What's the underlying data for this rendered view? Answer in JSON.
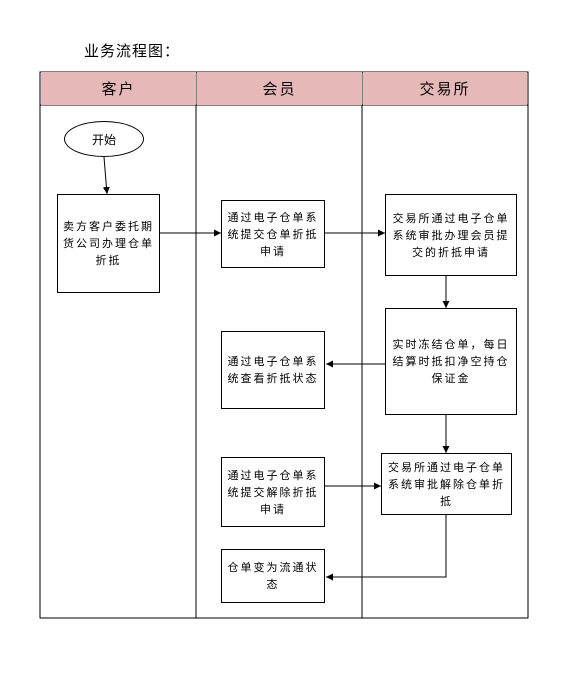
{
  "title": "业务流程图：",
  "lanes": [
    "客户",
    "会员",
    "交易所"
  ],
  "colors": {
    "header_fill": "#e6b8b7",
    "line": "#000000"
  },
  "nodes": {
    "start": "开始",
    "client_entrust": "卖方客户委托期货公司办理仓单折抵",
    "member_submit": "通过电子仓单系统提交仓单折抵申请",
    "exchange_approve": "交易所通过电子仓单系统审批办理会员提交的折抵申请",
    "freeze": "实时冻结仓单，每日结算时抵扣净空持仓保证金",
    "member_view": "通过电子仓单系统查看折抵状态",
    "member_release": "通过电子仓单系统提交解除折抵申请",
    "exchange_release": "交易所通过电子仓单系统审批解除仓单折抵",
    "circulate": "仓单变为流通状态"
  }
}
